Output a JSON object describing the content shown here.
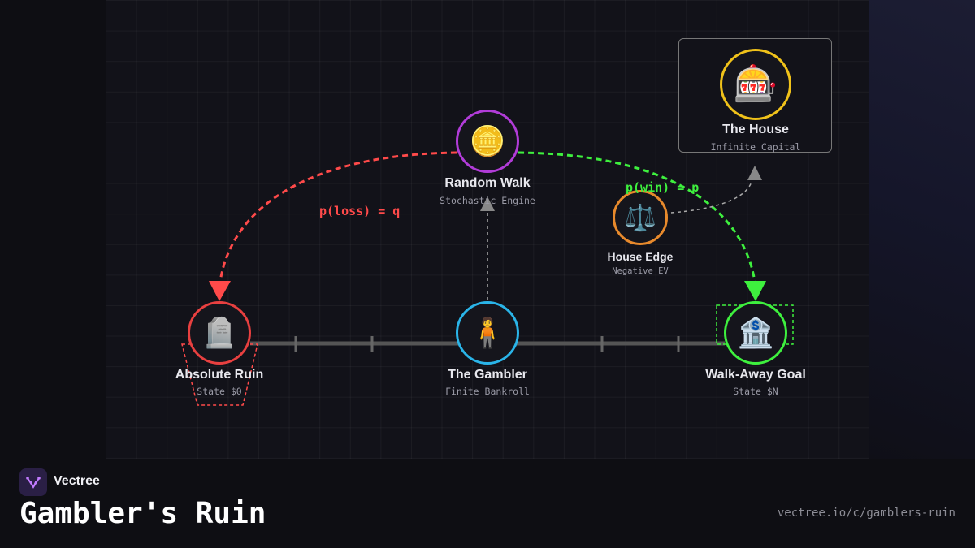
{
  "nodes": {
    "random_walk": {
      "icon": "🪙",
      "title": "Random Walk",
      "subtitle": "Stochastic Engine",
      "color": "#b13cd8"
    },
    "house": {
      "icon": "🎰",
      "title": "The House",
      "subtitle": "Infinite Capital",
      "color": "#f0c21a"
    },
    "house_edge": {
      "icon": "⚖️",
      "title": "House Edge",
      "subtitle": "Negative EV",
      "color": "#e88a2c"
    },
    "absolute_ruin": {
      "icon": "🪦",
      "title": "Absolute Ruin",
      "subtitle": "State $0",
      "color": "#e84040"
    },
    "gambler": {
      "icon": "🧍",
      "title": "The Gambler",
      "subtitle": "Finite Bankroll",
      "color": "#2ab4e8"
    },
    "walk_away": {
      "icon": "🏦",
      "title": "Walk-Away Goal",
      "subtitle": "State $N",
      "color": "#3ef03e"
    }
  },
  "edges": {
    "loss_label": "p(loss) = q",
    "win_label": "p(win) = p",
    "loss_color": "#ff4a4a",
    "win_color": "#3ef03e"
  },
  "footer": {
    "brand": "Vectree",
    "title": "Gambler's Ruin",
    "url": "vectree.io/c/gamblers-ruin"
  }
}
